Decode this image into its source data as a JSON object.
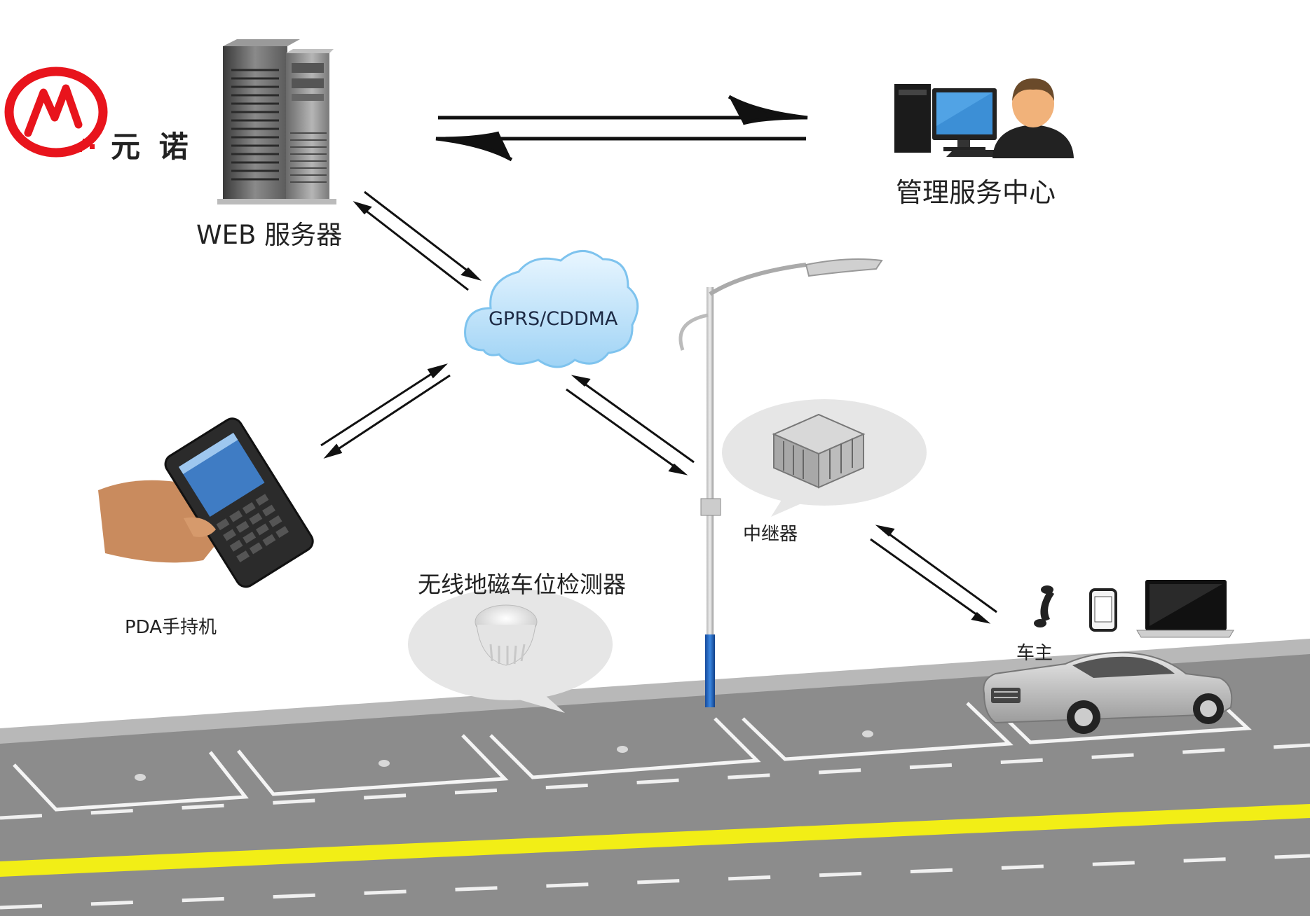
{
  "brand": {
    "name": "元 诺",
    "logo_icon": "yuannuo-logo-icon",
    "color": "#e8141c"
  },
  "nodes": {
    "web_server": {
      "label": "WEB 服务器",
      "icon": "server-tower-icon"
    },
    "management": {
      "label": "管理服务中心",
      "icons": [
        "desktop-computer-icon",
        "person-avatar-icon"
      ]
    },
    "cloud": {
      "label": "GPRS/CDDMA",
      "icon": "cloud-icon"
    },
    "repeater": {
      "label": "中继器",
      "icon": "repeater-device-icon"
    },
    "pda": {
      "label": "PDA手持机",
      "icon": "handheld-pda-icon"
    },
    "detector": {
      "label": "无线地磁车位检测器",
      "icon": "magnetic-sensor-icon"
    },
    "owner": {
      "label": "车主",
      "icons": [
        "phone-icon",
        "smartphone-icon",
        "laptop-icon",
        "car-icon"
      ]
    }
  },
  "colors": {
    "road": "#9a9a9a",
    "lane_yellow": "#f2ee16",
    "pole_blue": "#1e5fbf",
    "cloud": "#bfe4ff",
    "bubble": "#e6e6e6"
  }
}
